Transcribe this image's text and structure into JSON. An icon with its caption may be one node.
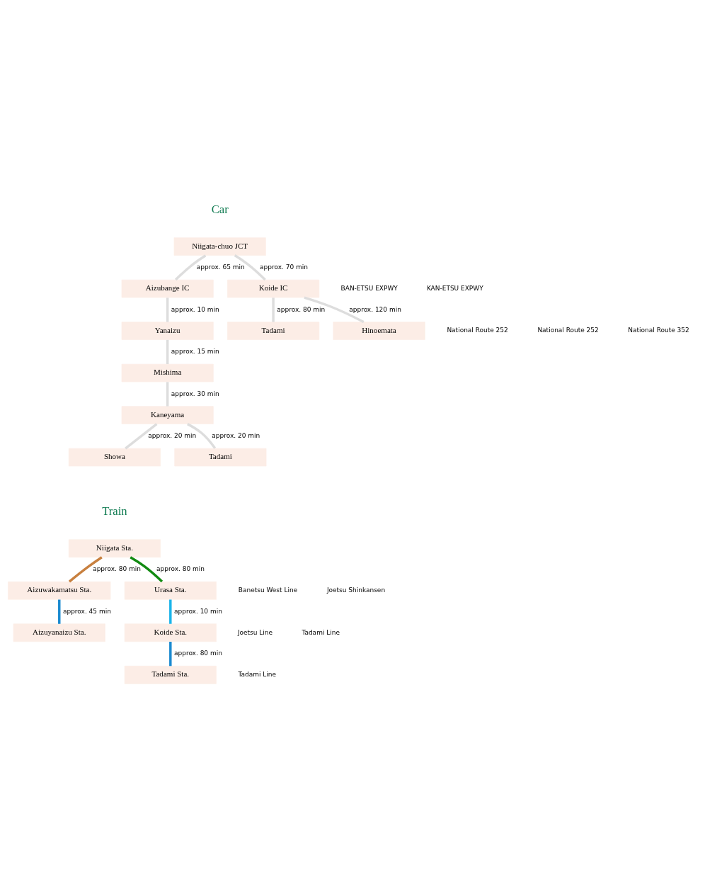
{
  "diagram": {
    "nodes": [
      {
        "text": [
          "Niigata-chuo JCT"
        ]
      },
      {
        "text": [
          "Aizubange IC"
        ]
      },
      {
        "text": [
          "Yanaizu"
        ]
      },
      {
        "text": [
          "Mishima"
        ]
      },
      {
        "text": [
          "Kaneyama"
        ]
      },
      {
        "text": [
          "Showa"
        ]
      },
      {
        "text": [
          "Tadami"
        ]
      },
      {
        "text": [
          "Koide IC"
        ]
      },
      {
        "text": [
          "Tadami"
        ]
      },
      {
        "text": [
          "Hinoemata"
        ]
      },
      {
        "text": [
          "Niigata Sta."
        ]
      },
      {
        "text": [
          "Aizuwakamatsu Sta."
        ]
      },
      {
        "text": [
          "Aizuyanaizu Sta."
        ]
      },
      {
        "text": [
          "Urasa Sta."
        ]
      },
      {
        "text": [
          "Koide Sta."
        ]
      },
      {
        "text": [
          "Tadami Sta."
        ]
      }
    ],
    "edges": [
      {
        "from": 0,
        "to": 1,
        "arrow": "none",
        "label": "approx. 65 min"
      },
      {
        "from": 1,
        "to": 2,
        "arrow": "none",
        "label": "approx. 10 min"
      },
      {
        "from": 2,
        "to": 3,
        "arrow": "none",
        "label": "approx. 15 min"
      },
      {
        "from": 3,
        "to": 4,
        "arrow": "none",
        "label": "approx. 30 min"
      },
      {
        "from": 4,
        "to": 5,
        "arrow": "none",
        "label": "approx. 20 min"
      },
      {
        "from": 4,
        "to": 6,
        "arrow": "none",
        "label": "approx. 20 min"
      },
      {
        "from": 0,
        "to": 7,
        "arrow": "none",
        "label": "approx. 70 min"
      },
      {
        "from": 7,
        "to": 8,
        "arrow": "none",
        "label": "approx. 80 min"
      },
      {
        "from": 7,
        "to": 9,
        "arrow": "none",
        "label": "approx. 120 min"
      },
      {
        "from": 10,
        "to": 11,
        "arrow": "none",
        "label": "approx. 80 min",
        "color": "#c8803f"
      },
      {
        "from": 11,
        "to": 12,
        "arrow": "none",
        "label": "approx. 45 min",
        "color": "#1a8ad0"
      },
      {
        "from": 10,
        "to": 13,
        "arrow": "none",
        "label": "approx. 80 min",
        "color": "#118a11"
      },
      {
        "from": 13,
        "to": 14,
        "arrow": "none",
        "label": "approx. 10 min",
        "color": "#1ab4ea"
      },
      {
        "from": 14,
        "to": 15,
        "arrow": "none",
        "label": "approx. 80 min",
        "color": "#1a8ad0"
      }
    ],
    "labels": [
      "Car",
      "BAN-ETSU EXPWY",
      "KAN-ETSU EXPWY",
      "National Route 252",
      "National Route 252",
      "National Route 352",
      "Train",
      "Banetsu West Line",
      "Joetsu Shinkansen",
      "Joetsu Line",
      "Tadami Line",
      "Tadami Line"
    ]
  }
}
